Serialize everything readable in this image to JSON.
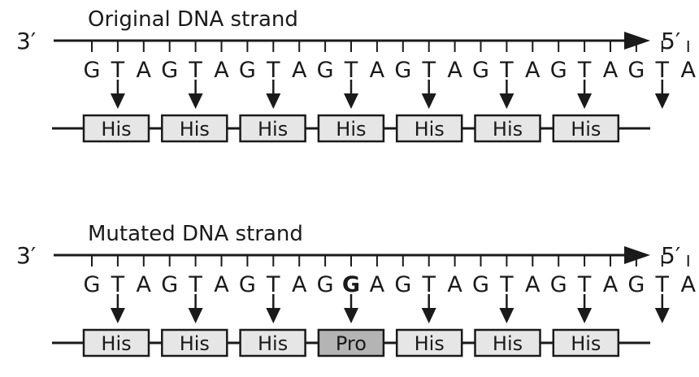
{
  "panels": [
    {
      "title": "Original DNA strand",
      "end_left": "3′",
      "end_right": "5′",
      "bases": [
        "G",
        "T",
        "A",
        "G",
        "T",
        "A",
        "G",
        "T",
        "A",
        "G",
        "T",
        "A",
        "G",
        "T",
        "A",
        "G",
        "T",
        "A",
        "G",
        "T",
        "A",
        "G",
        "T",
        "A"
      ],
      "highlight_index": -1,
      "codons": [
        {
          "label": "His",
          "mutated": false
        },
        {
          "label": "His",
          "mutated": false
        },
        {
          "label": "His",
          "mutated": false
        },
        {
          "label": "His",
          "mutated": false
        },
        {
          "label": "His",
          "mutated": false
        },
        {
          "label": "His",
          "mutated": false
        },
        {
          "label": "His",
          "mutated": false
        }
      ]
    },
    {
      "title": "Mutated DNA strand",
      "end_left": "3′",
      "end_right": "5′",
      "bases": [
        "G",
        "T",
        "A",
        "G",
        "T",
        "A",
        "G",
        "T",
        "A",
        "G",
        "G",
        "A",
        "G",
        "T",
        "A",
        "G",
        "T",
        "A",
        "G",
        "T",
        "A",
        "G",
        "T",
        "A"
      ],
      "highlight_index": 10,
      "codons": [
        {
          "label": "His",
          "mutated": false
        },
        {
          "label": "His",
          "mutated": false
        },
        {
          "label": "His",
          "mutated": false
        },
        {
          "label": "Pro",
          "mutated": true
        },
        {
          "label": "His",
          "mutated": false
        },
        {
          "label": "His",
          "mutated": false
        },
        {
          "label": "His",
          "mutated": false
        }
      ]
    }
  ],
  "colors": {
    "ink": "#1a1a1a",
    "box_fill": "#e6e6e6",
    "box_fill_mutated": "#b4b4b4"
  }
}
